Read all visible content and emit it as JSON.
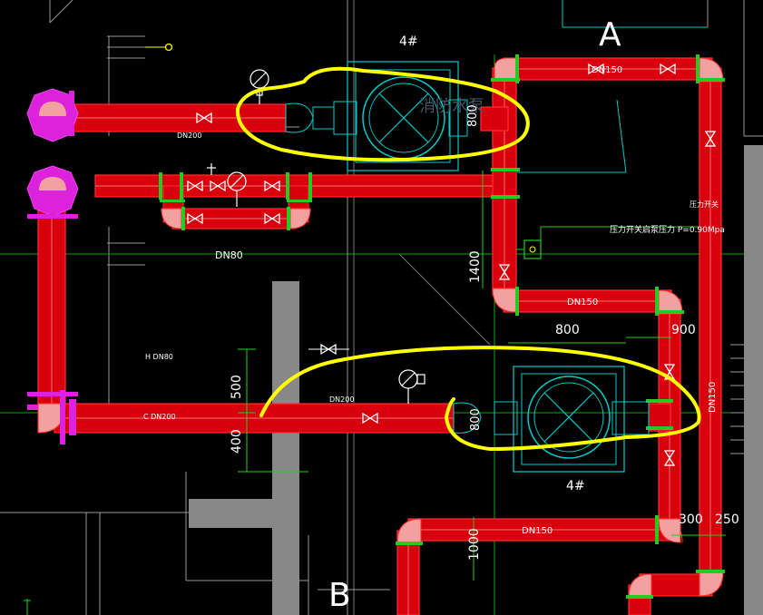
{
  "colors": {
    "background": "#000000",
    "pipe_fill": "#d8000c",
    "pipe_stroke": "#ff3030",
    "pipe_center": "#ff9a9a",
    "elbow": "#f2a0a0",
    "flange": "#22cc22",
    "annotation": "#ffff00",
    "equipment": "#00cccc",
    "wall": "#888888",
    "grid_line": "#00dd00",
    "magenta": "#dd22dd",
    "text": "#ffffff"
  },
  "labels": {
    "grid_a": "A",
    "grid_b": "B",
    "pump_upper_tag": "4#",
    "pump_lower_tag": "4#",
    "pipe_dn200_upper": "DN200",
    "pipe_dn200_lower": "DN200",
    "pipe_dn80": "DN80",
    "pipe_h_dn80": "H DN80",
    "pipe_c_dn200": "C DN200",
    "pipe_dn150_top": "DN150",
    "pipe_dn150_mid": "DN150",
    "pipe_dn150_lower": "DN150",
    "pipe_dn150_vertical": "DN150",
    "pressure_switch": "压力开关",
    "pressure_note": "压力开关启泵压力 P=0.90Mpa",
    "watermark": "消防水泵",
    "dim_800_upper": "800",
    "dim_800_top": "800",
    "dim_800_lower": "800",
    "dim_900": "900",
    "dim_1400": "1400",
    "dim_500": "500",
    "dim_400": "400",
    "dim_1000": "1000",
    "dim_300": "300",
    "dim_250": "250"
  },
  "icons": [
    "pump-icon",
    "gate-valve-icon",
    "check-valve-icon",
    "pressure-gauge-icon",
    "grid-axis-icon",
    "pressure-switch-icon"
  ]
}
